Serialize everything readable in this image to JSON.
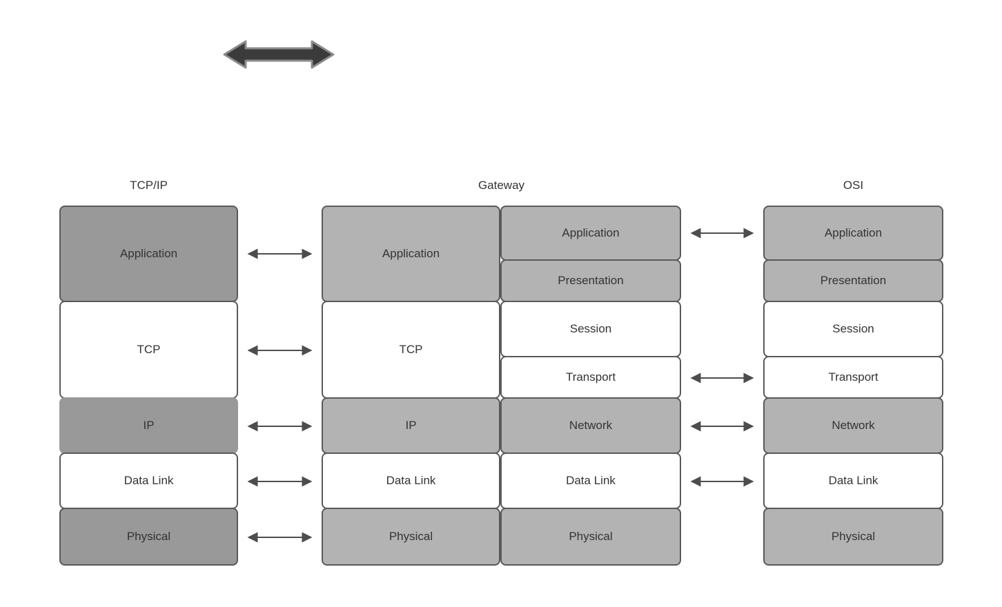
{
  "colors": {
    "dark_fill": "#999999",
    "light_fill": "#b3b3b3",
    "white_fill": "#ffffff",
    "border_color": "#595959",
    "arrow_color": "#4d4d4d",
    "big_arrow_fill": "#3b3b3b",
    "big_arrow_outline": "#8c8c8c",
    "text_color": "#333333",
    "bg_color": "#ffffff"
  },
  "icons": {
    "big_double_arrow": "thick-horizontal-double-arrow",
    "link_arrow": "thin-horizontal-double-arrow"
  },
  "columns": {
    "tcpip": {
      "header": "TCP/IP",
      "layers": [
        "Application",
        "TCP",
        "IP",
        "Data Link",
        "Physical"
      ]
    },
    "gateway": {
      "header": "Gateway",
      "left_layers": [
        "Application",
        "TCP",
        "IP",
        "Data Link",
        "Physical"
      ],
      "right_layers": [
        "Application",
        "Presentation",
        "Session",
        "Transport",
        "Network",
        "Data Link",
        "Physical"
      ]
    },
    "osi": {
      "header": "OSI",
      "layers": [
        "Application",
        "Presentation",
        "Session",
        "Transport",
        "Network",
        "Data Link",
        "Physical"
      ]
    }
  },
  "connections": {
    "tcpip_to_gateway": [
      "Application",
      "TCP",
      "IP",
      "Data Link",
      "Physical"
    ],
    "gateway_to_osi": [
      "Application",
      "Transport",
      "Network",
      "Data Link"
    ]
  }
}
